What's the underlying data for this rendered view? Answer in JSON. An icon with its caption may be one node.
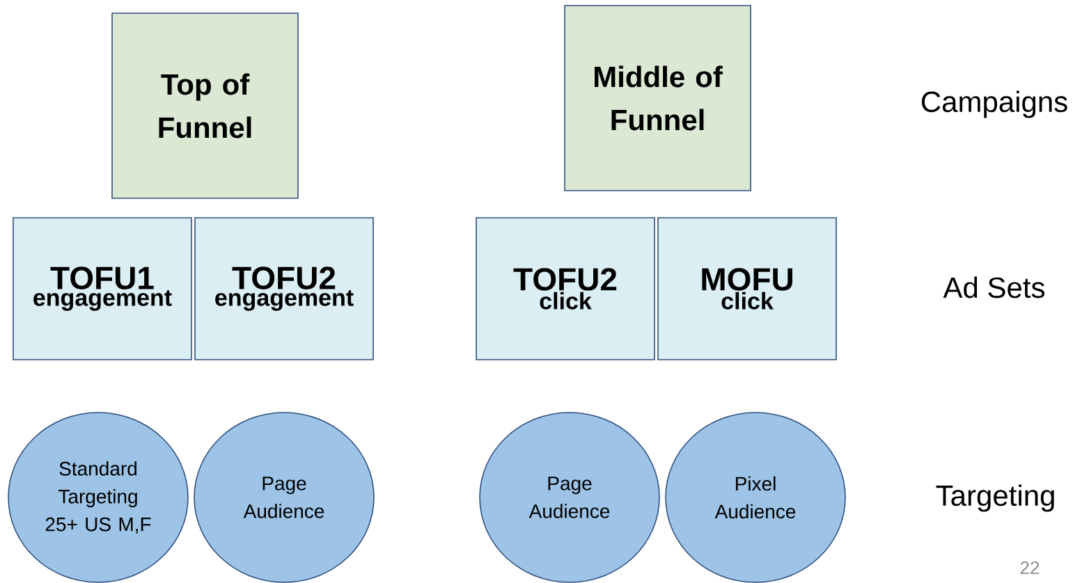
{
  "diagram": {
    "nodes": [
      {
        "text": [
          "Top of Funnel"
        ]
      },
      {
        "text": [
          "Middle of Funnel"
        ]
      },
      {
        "text": [
          "TOFU1",
          "engagement"
        ]
      },
      {
        "text": [
          "TOFU2",
          "engagement"
        ]
      },
      {
        "text": [
          "TOFU2",
          "click"
        ]
      },
      {
        "text": [
          "MOFU",
          "click"
        ]
      },
      {
        "text": [
          "Standard Targeting 25+ US M,F"
        ]
      },
      {
        "text": [
          "Page Audience"
        ]
      },
      {
        "text": [
          "Page Audience"
        ]
      },
      {
        "text": [
          "Pixel Audience"
        ]
      }
    ],
    "edges": [],
    "labels": [
      "Campaigns",
      "Ad Sets",
      "Targeting",
      "22"
    ]
  }
}
